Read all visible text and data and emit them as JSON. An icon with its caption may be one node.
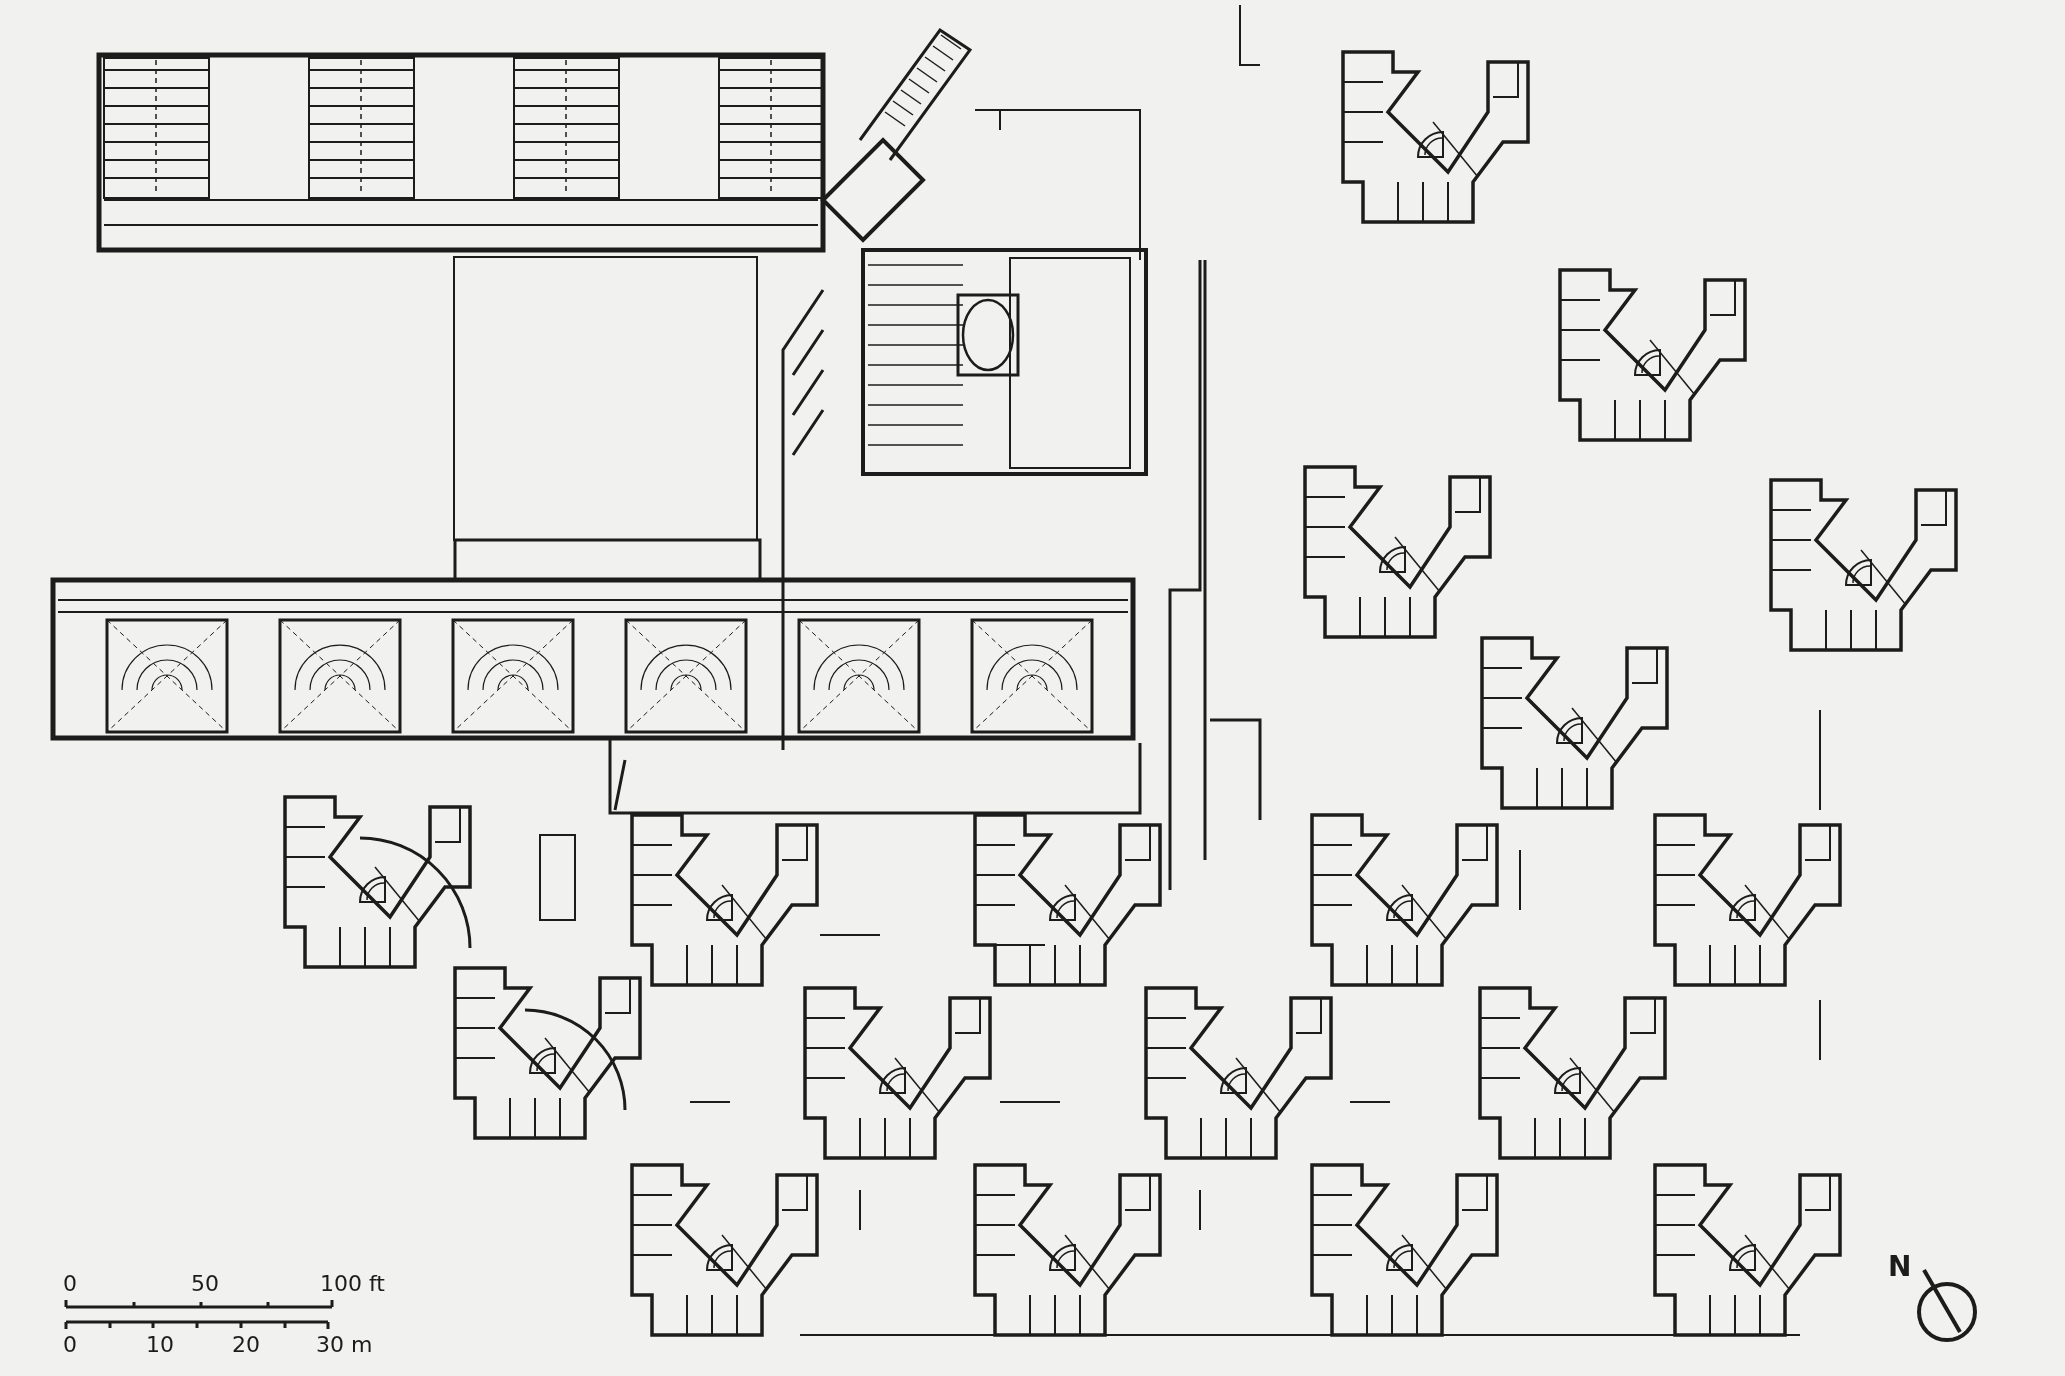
{
  "diagram": {
    "labels": [
      "0",
      "50",
      "100 ft",
      "0",
      "10",
      "20",
      "30 m",
      "N"
    ]
  }
}
